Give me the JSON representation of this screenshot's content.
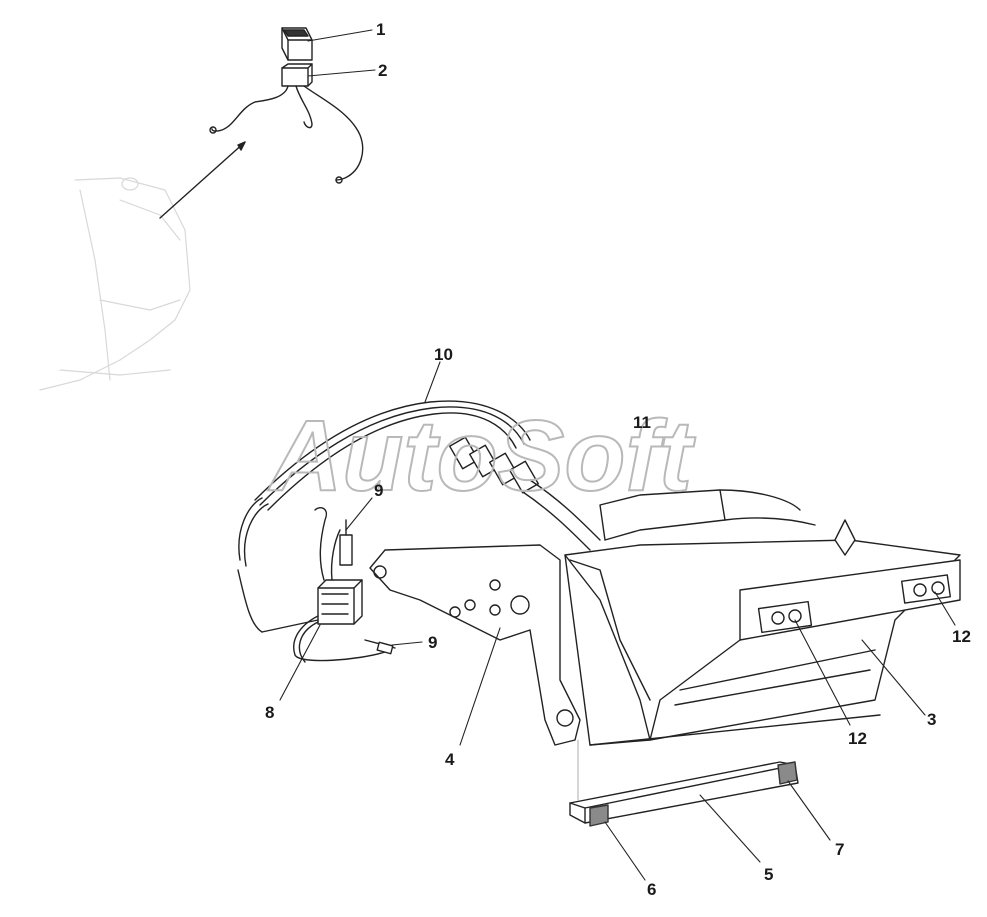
{
  "watermark": "AutoSoft",
  "callouts": {
    "c1": "1",
    "c2": "2",
    "c3": "3",
    "c4": "4",
    "c5": "5",
    "c6": "6",
    "c7": "7",
    "c8": "8",
    "c9a": "9",
    "c9b": "9",
    "c10": "10",
    "c11": "11",
    "c12a": "12",
    "c12b": "12"
  }
}
